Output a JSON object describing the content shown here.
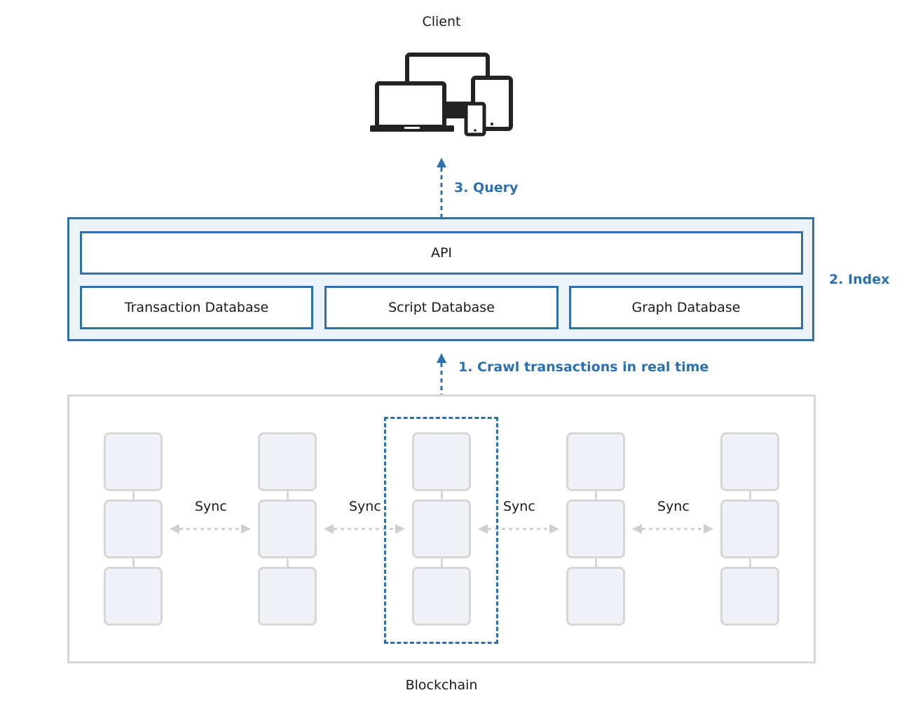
{
  "client": {
    "label": "Client"
  },
  "steps": {
    "query": "3. Query",
    "index": "2. Index",
    "crawl": "1. Crawl transactions in real time"
  },
  "index": {
    "api_label": "API",
    "databases": [
      "Transaction Database",
      "Script Database",
      "Graph Database"
    ]
  },
  "blockchain": {
    "label": "Blockchain",
    "sync_label": "Sync",
    "node_count": 5,
    "blocks_per_node": 3
  },
  "colors": {
    "accent": "#2e6fad",
    "index_bg": "#eef3f8",
    "block_border": "#d6d6d6",
    "block_fill": "#eef2f7"
  }
}
